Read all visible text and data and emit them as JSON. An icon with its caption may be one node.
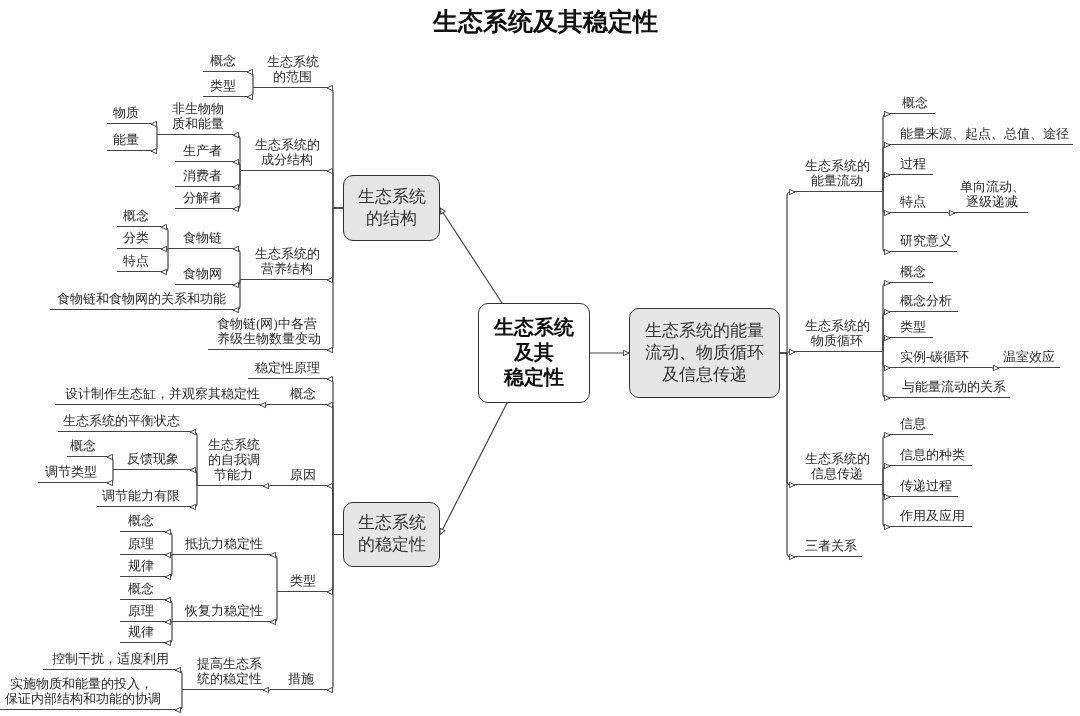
{
  "diagram": {
    "title": "生态系统及其稳定性",
    "nodes": [
      {
        "text": [
          "生态系统及其稳定性"
        ]
      },
      {
        "text": [
          "生态系统的结构"
        ]
      },
      {
        "text": [
          "生态系统的稳定性"
        ]
      },
      {
        "text": [
          "生态系统的能量流动、物质循环及信息传递"
        ]
      },
      {
        "text": [
          "生态系统的范围"
        ]
      },
      {
        "text": [
          "概念"
        ]
      },
      {
        "text": [
          "类型"
        ]
      },
      {
        "text": [
          "生态系统的成分结构"
        ]
      },
      {
        "text": [
          "非生物物质和能量"
        ]
      },
      {
        "text": [
          "物质"
        ]
      },
      {
        "text": [
          "能量"
        ]
      },
      {
        "text": [
          "生产者"
        ]
      },
      {
        "text": [
          "消费者"
        ]
      },
      {
        "text": [
          "分解者"
        ]
      },
      {
        "text": [
          "生态系统的营养结构"
        ]
      },
      {
        "text": [
          "食物链"
        ]
      },
      {
        "text": [
          "概念"
        ]
      },
      {
        "text": [
          "分类"
        ]
      },
      {
        "text": [
          "特点"
        ]
      },
      {
        "text": [
          "食物网"
        ]
      },
      {
        "text": [
          "食物链和食物网的关系和功能"
        ]
      },
      {
        "text": [
          "食物链(网)中各营养级生物数量变动"
        ]
      },
      {
        "text": [
          "稳定性原理"
        ]
      },
      {
        "text": [
          "概念"
        ]
      },
      {
        "text": [
          "设计制作生态缸，并观察其稳定性"
        ]
      },
      {
        "text": [
          "原因"
        ]
      },
      {
        "text": [
          "生态系统的自我调节能力"
        ]
      },
      {
        "text": [
          "生态系统的平衡状态"
        ]
      },
      {
        "text": [
          "反馈现象"
        ]
      },
      {
        "text": [
          "概念"
        ]
      },
      {
        "text": [
          "调节类型"
        ]
      },
      {
        "text": [
          "调节能力有限"
        ]
      },
      {
        "text": [
          "类型"
        ]
      },
      {
        "text": [
          "抵抗力稳定性"
        ]
      },
      {
        "text": [
          "概念"
        ]
      },
      {
        "text": [
          "原理"
        ]
      },
      {
        "text": [
          "规律"
        ]
      },
      {
        "text": [
          "恢复力稳定性"
        ]
      },
      {
        "text": [
          "概念"
        ]
      },
      {
        "text": [
          "原理"
        ]
      },
      {
        "text": [
          "规律"
        ]
      },
      {
        "text": [
          "措施"
        ]
      },
      {
        "text": [
          "提高生态系统的稳定性"
        ]
      },
      {
        "text": [
          "控制干扰，适度利用"
        ]
      },
      {
        "text": [
          "实施物质和能量的投入，保证内部结构和功能的协调"
        ]
      },
      {
        "text": [
          "生态系统的能量流动"
        ]
      },
      {
        "text": [
          "概念"
        ]
      },
      {
        "text": [
          "能量来源、起点、总值、途径"
        ]
      },
      {
        "text": [
          "过程"
        ]
      },
      {
        "text": [
          "特点"
        ]
      },
      {
        "text": [
          "单向流动、逐级递减"
        ]
      },
      {
        "text": [
          "研究意义"
        ]
      },
      {
        "text": [
          "生态系统的物质循环"
        ]
      },
      {
        "text": [
          "概念"
        ]
      },
      {
        "text": [
          "概念分析"
        ]
      },
      {
        "text": [
          "类型"
        ]
      },
      {
        "text": [
          "实例-碳循环"
        ]
      },
      {
        "text": [
          "温室效应"
        ]
      },
      {
        "text": [
          "与能量流动的关系"
        ]
      },
      {
        "text": [
          "生态系统的信息传递"
        ]
      },
      {
        "text": [
          "信息"
        ]
      },
      {
        "text": [
          "信息的种类"
        ]
      },
      {
        "text": [
          "传递过程"
        ]
      },
      {
        "text": [
          "作用及应用"
        ]
      },
      {
        "text": [
          "三者关系"
        ]
      }
    ],
    "edges": [
      {
        "from": 0,
        "to": 1,
        "arrow": "to"
      },
      {
        "from": 0,
        "to": 2,
        "arrow": "to"
      },
      {
        "from": 0,
        "to": 3,
        "arrow": "to"
      },
      {
        "from": 1,
        "to": 4,
        "arrow": "to"
      },
      {
        "from": 4,
        "to": 5,
        "arrow": "to"
      },
      {
        "from": 4,
        "to": 6,
        "arrow": "to"
      },
      {
        "from": 1,
        "to": 7,
        "arrow": "to"
      },
      {
        "from": 7,
        "to": 8,
        "arrow": "to"
      },
      {
        "from": 8,
        "to": 9,
        "arrow": "to"
      },
      {
        "from": 8,
        "to": 10,
        "arrow": "to"
      },
      {
        "from": 7,
        "to": 11,
        "arrow": "to"
      },
      {
        "from": 7,
        "to": 12,
        "arrow": "to"
      },
      {
        "from": 7,
        "to": 13,
        "arrow": "to"
      },
      {
        "from": 1,
        "to": 14,
        "arrow": "to"
      },
      {
        "from": 14,
        "to": 15,
        "arrow": "to"
      },
      {
        "from": 15,
        "to": 16,
        "arrow": "to"
      },
      {
        "from": 15,
        "to": 17,
        "arrow": "to"
      },
      {
        "from": 15,
        "to": 18,
        "arrow": "to"
      },
      {
        "from": 14,
        "to": 19,
        "arrow": "to"
      },
      {
        "from": 14,
        "to": 20,
        "arrow": "to"
      },
      {
        "from": 1,
        "to": 21,
        "arrow": "to"
      },
      {
        "from": 2,
        "to": 22,
        "arrow": "to"
      },
      {
        "from": 2,
        "to": 23,
        "arrow": "to"
      },
      {
        "from": 23,
        "to": 24,
        "arrow": "to"
      },
      {
        "from": 2,
        "to": 25,
        "arrow": "to"
      },
      {
        "from": 25,
        "to": 26,
        "arrow": "to"
      },
      {
        "from": 26,
        "to": 27,
        "arrow": "to"
      },
      {
        "from": 26,
        "to": 28,
        "arrow": "to"
      },
      {
        "from": 28,
        "to": 29,
        "arrow": "to"
      },
      {
        "from": 28,
        "to": 30,
        "arrow": "to"
      },
      {
        "from": 26,
        "to": 31,
        "arrow": "to"
      },
      {
        "from": 2,
        "to": 32,
        "arrow": "to"
      },
      {
        "from": 32,
        "to": 33,
        "arrow": "to"
      },
      {
        "from": 33,
        "to": 34,
        "arrow": "to"
      },
      {
        "from": 33,
        "to": 35,
        "arrow": "to"
      },
      {
        "from": 33,
        "to": 36,
        "arrow": "to"
      },
      {
        "from": 32,
        "to": 37,
        "arrow": "to"
      },
      {
        "from": 37,
        "to": 38,
        "arrow": "to"
      },
      {
        "from": 37,
        "to": 39,
        "arrow": "to"
      },
      {
        "from": 37,
        "to": 40,
        "arrow": "to"
      },
      {
        "from": 2,
        "to": 41,
        "arrow": "to"
      },
      {
        "from": 41,
        "to": 42,
        "arrow": "to"
      },
      {
        "from": 42,
        "to": 43,
        "arrow": "to"
      },
      {
        "from": 42,
        "to": 44,
        "arrow": "to"
      },
      {
        "from": 3,
        "to": 45,
        "arrow": "to"
      },
      {
        "from": 45,
        "to": 46,
        "arrow": "to"
      },
      {
        "from": 45,
        "to": 47,
        "arrow": "to"
      },
      {
        "from": 45,
        "to": 48,
        "arrow": "to"
      },
      {
        "from": 45,
        "to": 49,
        "arrow": "to"
      },
      {
        "from": 49,
        "to": 50,
        "arrow": "to"
      },
      {
        "from": 45,
        "to": 51,
        "arrow": "to"
      },
      {
        "from": 3,
        "to": 52,
        "arrow": "to"
      },
      {
        "from": 52,
        "to": 53,
        "arrow": "to"
      },
      {
        "from": 52,
        "to": 54,
        "arrow": "to"
      },
      {
        "from": 52,
        "to": 55,
        "arrow": "to"
      },
      {
        "from": 52,
        "to": 56,
        "arrow": "to"
      },
      {
        "from": 56,
        "to": 57,
        "arrow": "to"
      },
      {
        "from": 52,
        "to": 58,
        "arrow": "to"
      },
      {
        "from": 3,
        "to": 59,
        "arrow": "to"
      },
      {
        "from": 59,
        "to": 60,
        "arrow": "to"
      },
      {
        "from": 59,
        "to": 61,
        "arrow": "to"
      },
      {
        "from": 59,
        "to": 62,
        "arrow": "to"
      },
      {
        "from": 59,
        "to": 63,
        "arrow": "to"
      },
      {
        "from": 3,
        "to": 64,
        "arrow": "to"
      }
    ]
  }
}
